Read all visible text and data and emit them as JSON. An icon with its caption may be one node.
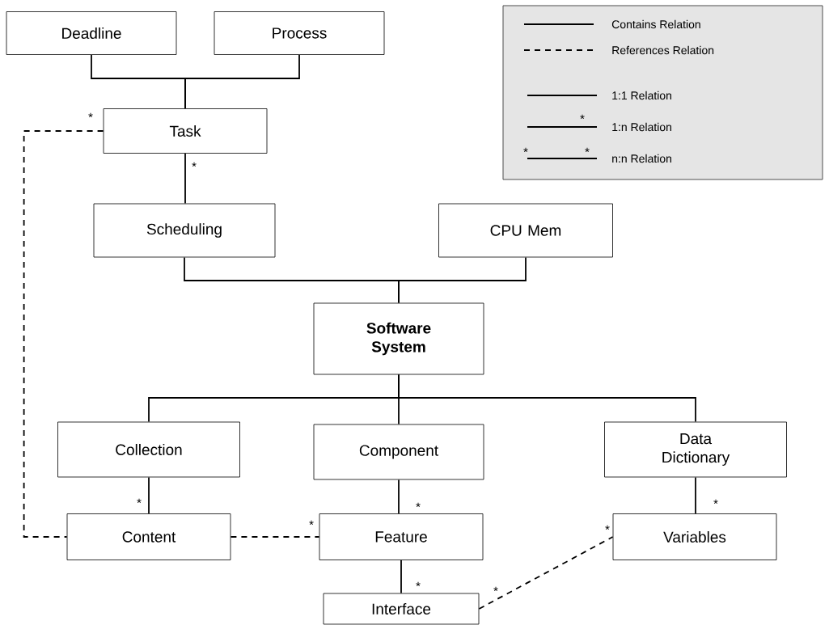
{
  "diagram": {
    "nodes": [
      {
        "text": [
          "Deadline"
        ]
      },
      {
        "text": [
          "Process"
        ]
      },
      {
        "text": [
          "Task"
        ]
      },
      {
        "text": [
          "Scheduling"
        ]
      },
      {
        "text": [
          "CPU Mem"
        ]
      },
      {
        "text": [
          "Software System"
        ]
      },
      {
        "text": [
          "Collection"
        ]
      },
      {
        "text": [
          "Component"
        ]
      },
      {
        "text": [
          "Data Dictionary"
        ]
      },
      {
        "text": [
          "Content"
        ]
      },
      {
        "text": [
          "Feature"
        ]
      },
      {
        "text": [
          "Variables"
        ]
      },
      {
        "text": [
          "Interface"
        ]
      }
    ],
    "edges": [
      {
        "from": 0,
        "to": 2,
        "arrow": "none"
      },
      {
        "from": 1,
        "to": 2,
        "arrow": "none"
      },
      {
        "from": 2,
        "to": 3,
        "arrow": "none"
      },
      {
        "from": 3,
        "to": 5,
        "arrow": "none"
      },
      {
        "from": 4,
        "to": 5,
        "arrow": "none"
      },
      {
        "from": 5,
        "to": 6,
        "arrow": "none"
      },
      {
        "from": 5,
        "to": 7,
        "arrow": "none"
      },
      {
        "from": 5,
        "to": 8,
        "arrow": "none"
      },
      {
        "from": 6,
        "to": 9,
        "arrow": "none"
      },
      {
        "from": 7,
        "to": 10,
        "arrow": "none"
      },
      {
        "from": 8,
        "to": 11,
        "arrow": "none"
      },
      {
        "from": 10,
        "to": 12,
        "arrow": "none"
      },
      {
        "from": 2,
        "to": 9,
        "arrow": "none",
        "style": "dashed"
      },
      {
        "from": 9,
        "to": 10,
        "arrow": "none",
        "style": "dashed"
      },
      {
        "from": 12,
        "to": 11,
        "arrow": "none",
        "style": "dashed"
      }
    ],
    "labels": [
      "*",
      "*",
      "*",
      "*",
      "*",
      "*",
      "*",
      "*",
      "*",
      "*",
      "*",
      "*"
    ],
    "legend": [
      {
        "text": "Contains Relation"
      },
      {
        "text": "References Relation"
      },
      {
        "text": "1:1 Relation"
      },
      {
        "text": "1:n Relation"
      },
      {
        "text": "n:n Relation"
      }
    ]
  }
}
